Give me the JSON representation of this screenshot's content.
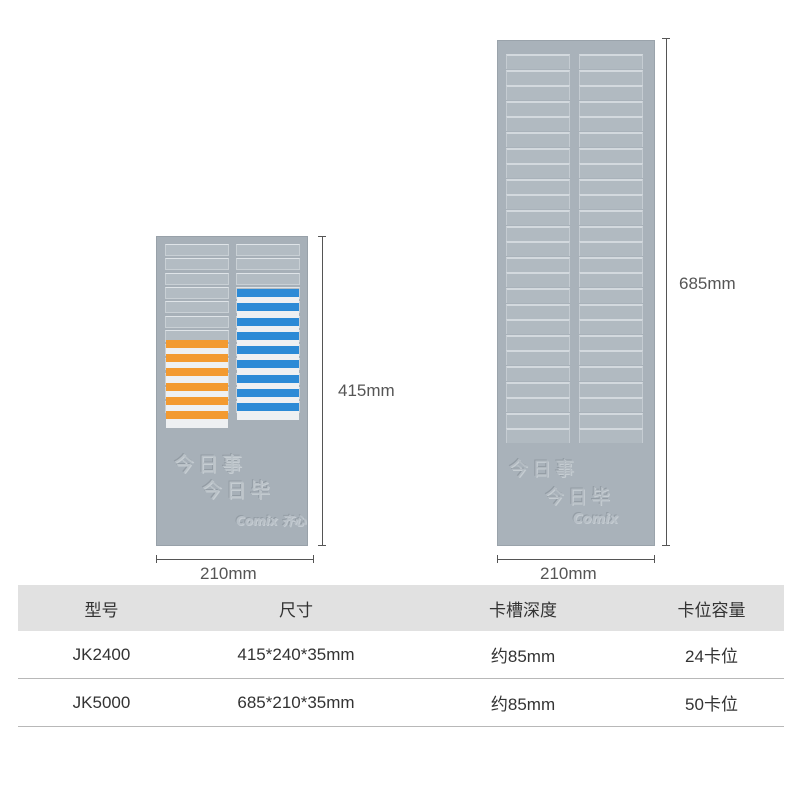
{
  "products": {
    "small": {
      "height_label": "415mm",
      "width_label": "210mm",
      "emboss_line1": "今日事",
      "emboss_line2": "今日毕",
      "brand_emboss": "Comix 齐心",
      "cards_left": [
        "orange",
        "orange",
        "orange",
        "orange",
        "orange",
        "orange"
      ],
      "cards_right": [
        "blue",
        "blue",
        "blue",
        "blue",
        "blue",
        "blue",
        "blue",
        "blue",
        "blue"
      ],
      "colors": {
        "body": "#a7b0b8",
        "orange": "#f39a30",
        "blue": "#2c8ad6"
      }
    },
    "tall": {
      "height_label": "685mm",
      "width_label": "210mm",
      "emboss_line1": "今日事",
      "emboss_line2": "今日毕",
      "brand_emboss": "Comix",
      "colors": {
        "body": "#a9b2ba"
      }
    }
  },
  "table": {
    "headers": [
      "型号",
      "尺寸",
      "卡槽深度",
      "卡位容量"
    ],
    "rows": [
      [
        "JK2400",
        "415*240*35mm",
        "约85mm",
        "24卡位"
      ],
      [
        "JK5000",
        "685*210*35mm",
        "约85mm",
        "50卡位"
      ]
    ],
    "header_bg": "#e1e1e1"
  }
}
